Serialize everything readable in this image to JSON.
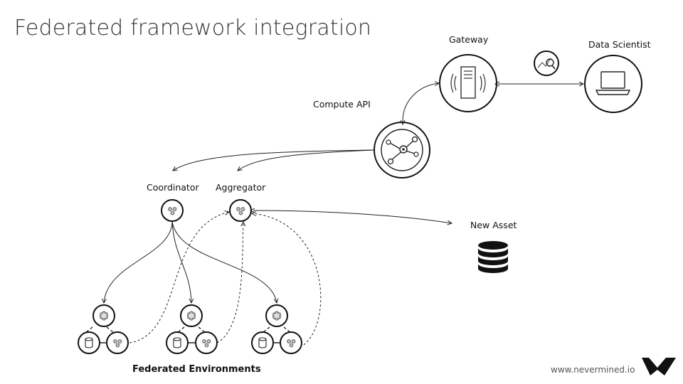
{
  "title": "Federated framework integration",
  "labels": {
    "gateway": "Gateway",
    "data_scientist": "Data Scientist",
    "compute_api": "Compute API",
    "coordinator": "Coordinator",
    "aggregator": "Aggregator",
    "new_asset": "New Asset",
    "federated_environments": "Federated Environments"
  },
  "footer": {
    "url": "www.nevermined.io"
  },
  "icons": {
    "gateway": "server-icon",
    "data_scientist": "laptop-icon",
    "compute_api": "network-hub-icon",
    "coordinator": "gears-icon",
    "aggregator": "gears-icon",
    "new_asset": "database-icon",
    "analytics": "chart-search-icon",
    "environment_top": "kubernetes-icon",
    "environment_storage": "database-icon",
    "environment_compute": "gears-icon",
    "logo": "nevermined-logo"
  }
}
